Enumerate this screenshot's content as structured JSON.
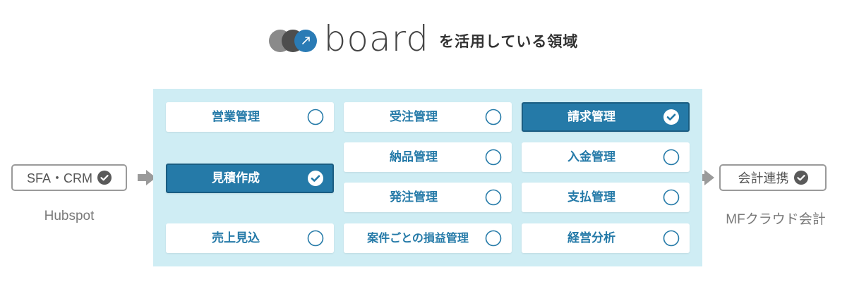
{
  "header": {
    "logo_text": "board",
    "subtitle": "を活用している領域"
  },
  "colors": {
    "accent": "#257aa8",
    "panel_bg": "#cfedf4",
    "grey_border": "#9a9a9a"
  },
  "left_system": {
    "label": "SFA・CRM",
    "caption": "Hubspot",
    "connected": true
  },
  "right_system": {
    "label": "会計連携",
    "caption": "MFクラウド会計",
    "connected": true
  },
  "areas": {
    "eigyo": {
      "label": "営業管理",
      "active": false
    },
    "mitsumori": {
      "label": "見積作成",
      "active": true
    },
    "uriage": {
      "label": "売上見込",
      "active": false
    },
    "juchu": {
      "label": "受注管理",
      "active": false
    },
    "nohin": {
      "label": "納品管理",
      "active": false
    },
    "hatchu": {
      "label": "発注管理",
      "active": false
    },
    "anken": {
      "label": "案件ごとの損益管理",
      "active": false
    },
    "seikyu": {
      "label": "請求管理",
      "active": true
    },
    "nyukin": {
      "label": "入金管理",
      "active": false
    },
    "shiharai": {
      "label": "支払管理",
      "active": false
    },
    "keiei": {
      "label": "経営分析",
      "active": false
    }
  }
}
